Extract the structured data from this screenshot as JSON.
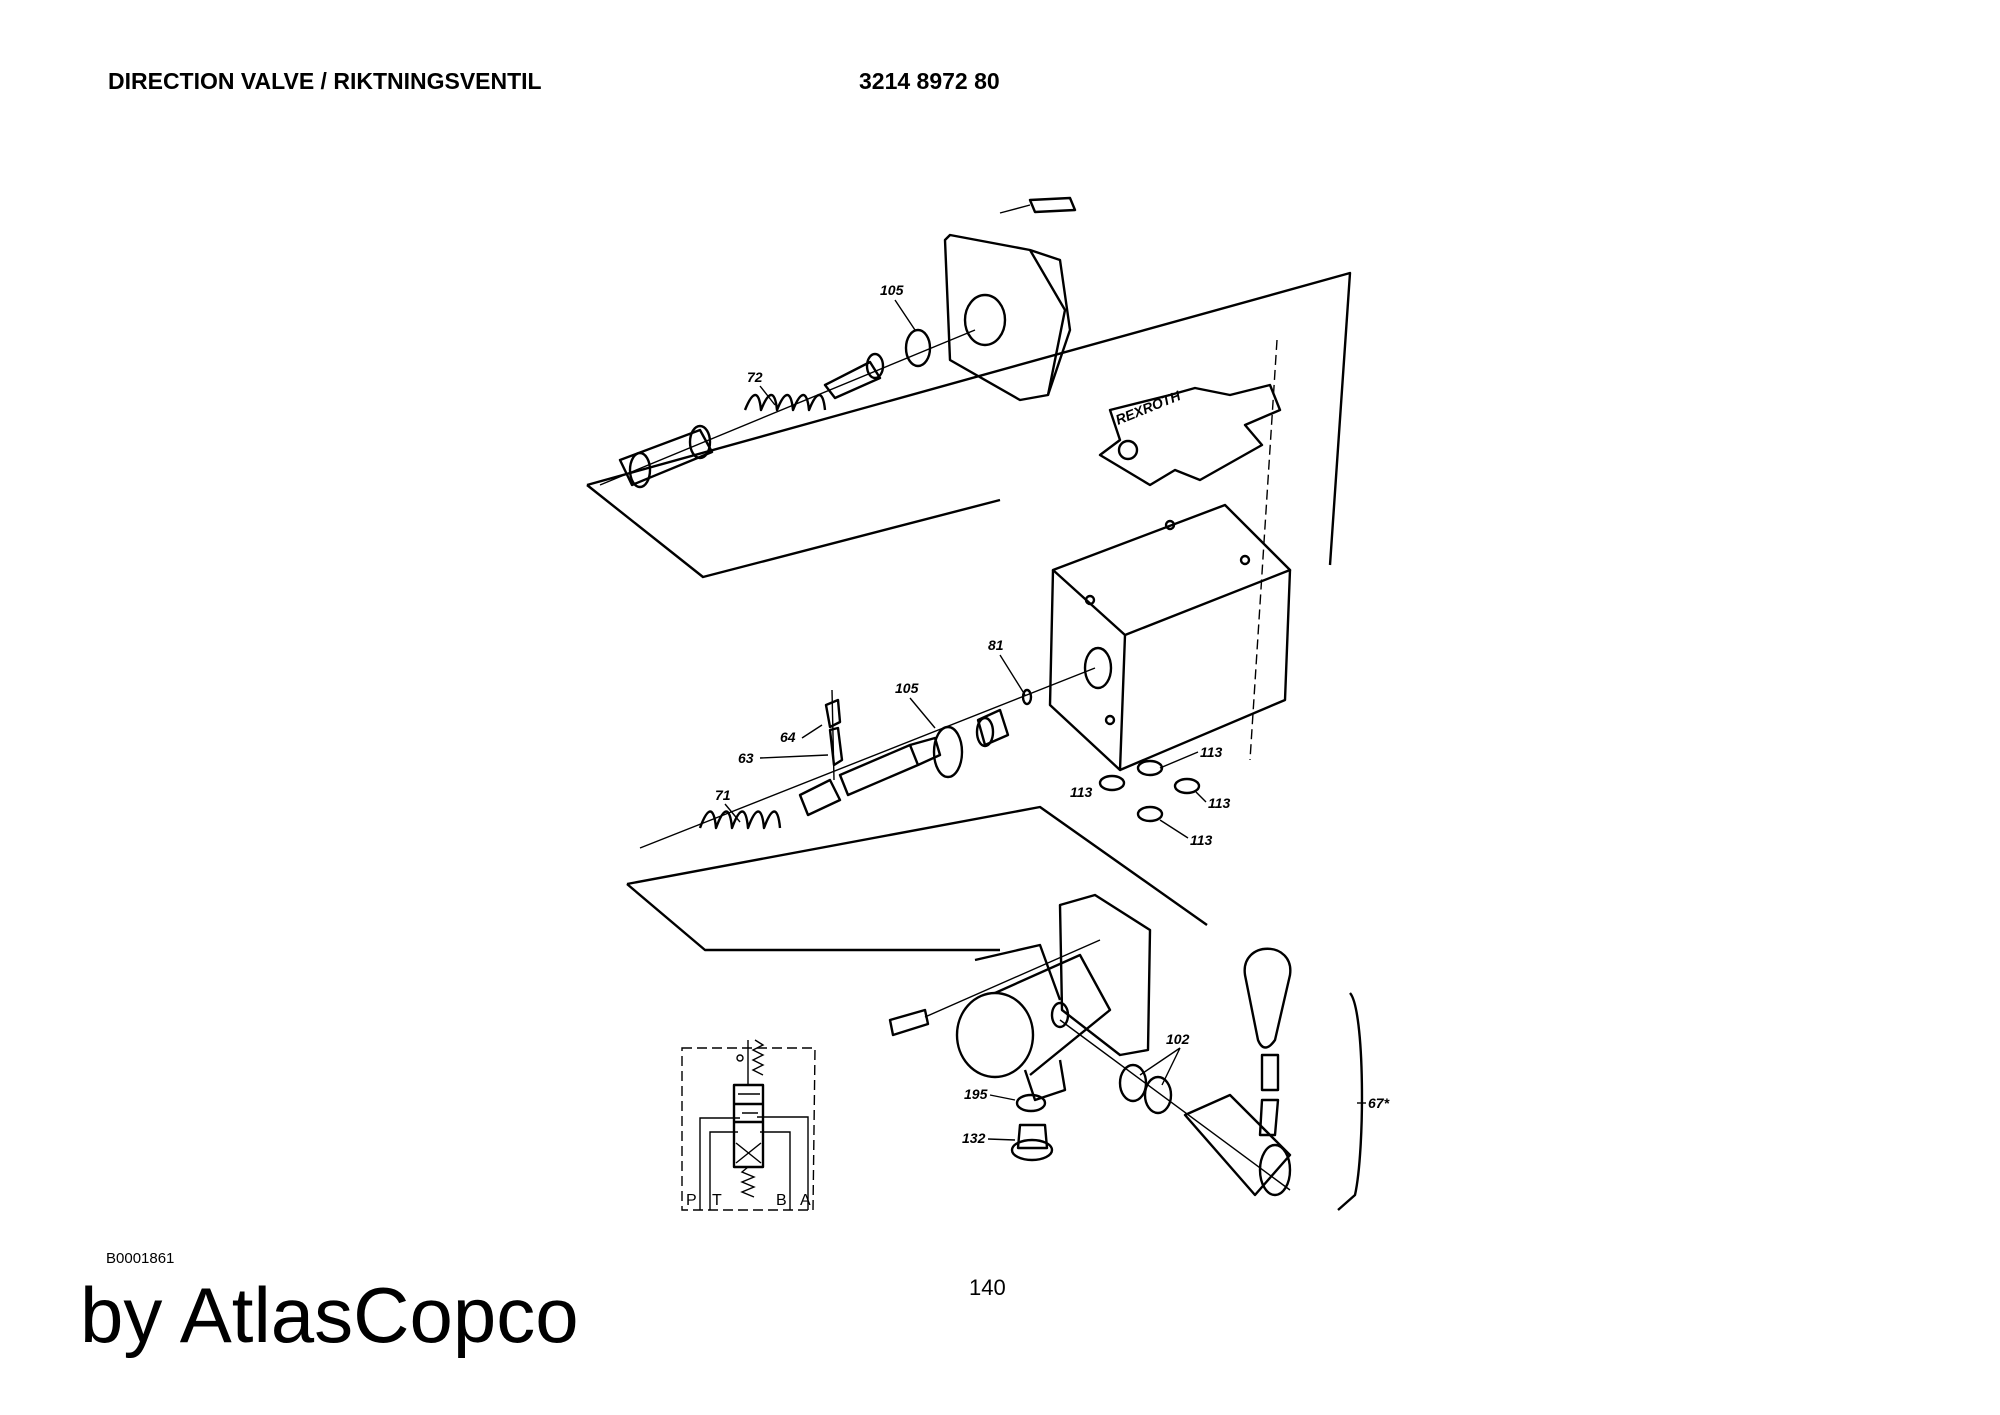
{
  "header": {
    "title": "DIRECTION VALVE / RIKTNINGSVENTIL",
    "part_number": "3214 8972 80"
  },
  "drawing": {
    "nameplate_text": "REXROTH",
    "part_labels": [
      "105",
      "72",
      "81",
      "105",
      "64",
      "63",
      "71",
      "113",
      "113",
      "113",
      "113",
      "102",
      "195",
      "132",
      "67*"
    ],
    "schematic_ports": [
      "P",
      "T",
      "B",
      "A"
    ]
  },
  "footer": {
    "drawing_id": "B0001861",
    "page_number": "140",
    "brand": "by AtlasCopco"
  }
}
